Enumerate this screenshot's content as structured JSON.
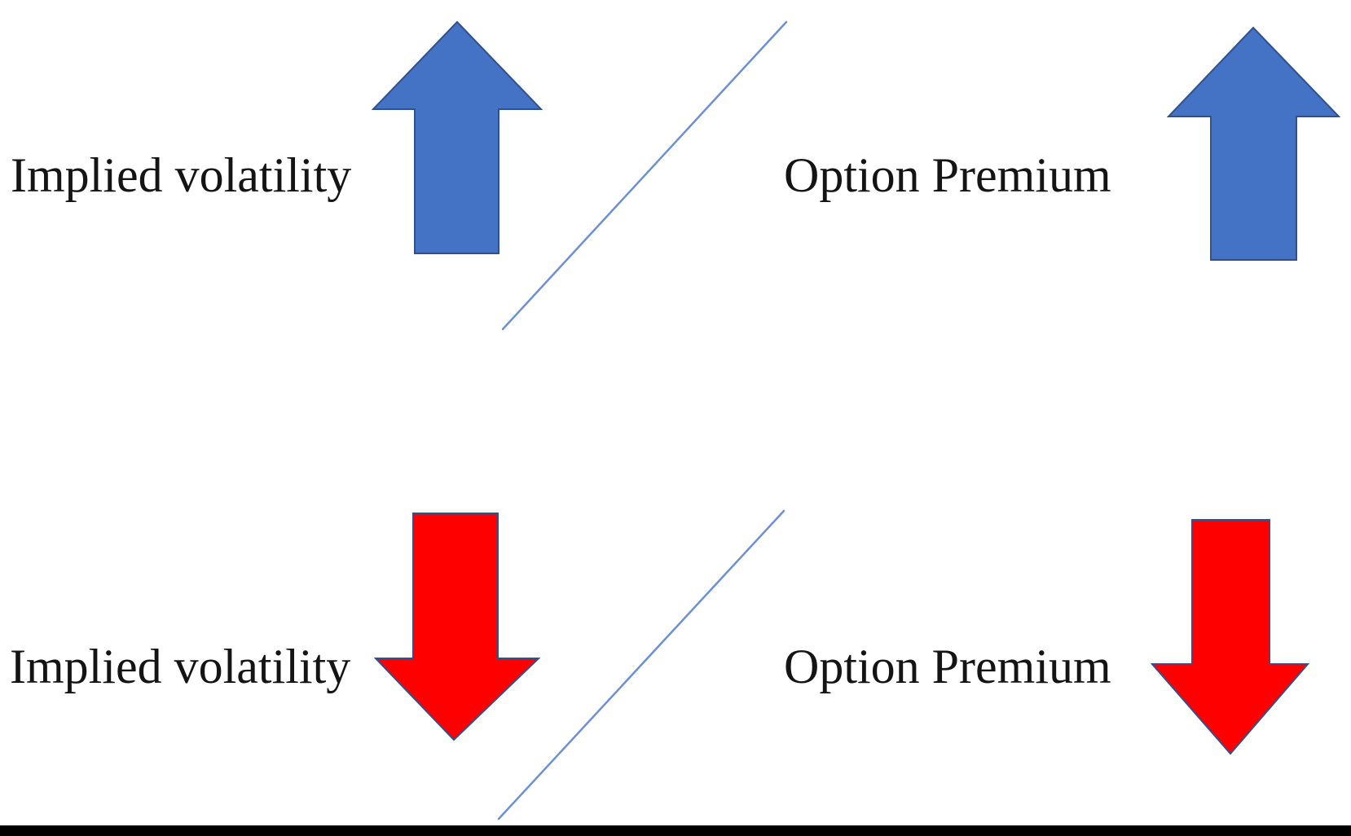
{
  "colors": {
    "background": "#ffffff",
    "text": "#141414",
    "blue_arrow_fill": "#4472C4",
    "red_arrow_fill": "#FF0000",
    "arrow_outline": "#2F528F",
    "diagonal_line": "#6B90D3",
    "bottom_bar": "#000000"
  },
  "diagram": {
    "rows": [
      {
        "left_label": "Implied volatility",
        "left_arrow_icon": "up-arrow-blue",
        "relation_icon": "rising-diagonal-line",
        "right_label": "Option Premium",
        "right_arrow_icon": "up-arrow-blue"
      },
      {
        "left_label": "Implied volatility",
        "left_arrow_icon": "down-arrow-red",
        "relation_icon": "rising-diagonal-line",
        "right_label": "Option Premium",
        "right_arrow_icon": "down-arrow-red"
      }
    ]
  }
}
